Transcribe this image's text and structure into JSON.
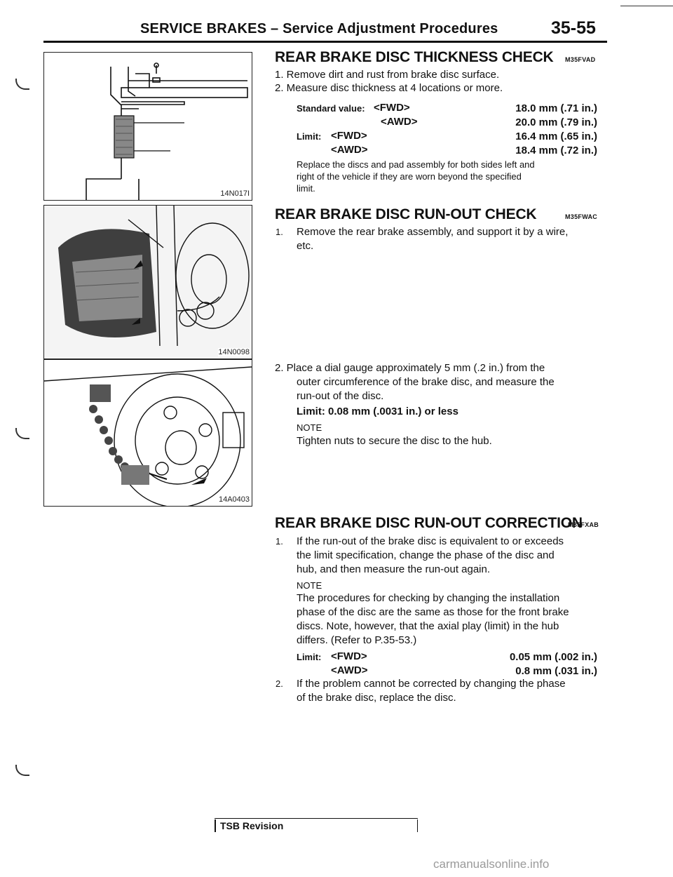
{
  "header": {
    "title": "SERVICE BRAKES – Service Adjustment Procedures",
    "page_number": "35-55"
  },
  "figures": [
    {
      "label": "14N017I"
    },
    {
      "label": "14N0098"
    },
    {
      "label": "14A0403"
    }
  ],
  "sections": {
    "thickness": {
      "title": "REAR BRAKE DISC THICKNESS CHECK",
      "code": "M35FVAD",
      "step1": "1. Remove dirt and rust from brake disc surface.",
      "step2": "2. Measure disc thickness at 4 locations or more.",
      "spec_label_standard": "Standard value:",
      "spec_label_limit": "Limit:",
      "spec_fwd": "<FWD>",
      "spec_awd": "<AWD>",
      "std_fwd": "18.0 mm (.71 in.)",
      "std_awd": "20.0 mm (.79 in.)",
      "lim_fwd": "16.4 mm (.65 in.)",
      "lim_awd": "18.4 mm (.72 in.)",
      "note_line1": "Replace the discs and pad assembly for both sides left and",
      "note_line2": "right of the vehicle if they are worn beyond the specified",
      "note_line3": "limit."
    },
    "runout_check": {
      "title": "REAR BRAKE DISC RUN-OUT CHECK",
      "code": "M35FWAC",
      "step1_num": "1.",
      "step1_line1": "Remove the rear brake assembly, and support it by a wire,",
      "step1_line2": "etc.",
      "step2_line1": "2. Place a dial gauge approximately 5 mm (.2 in.) from the",
      "step2_line2": "outer circumference of the brake disc, and measure the",
      "step2_line3": "run-out of the disc.",
      "limit": "Limit: 0.08 mm (.0031 in.) or less",
      "note_label": "NOTE",
      "note_text": "Tighten nuts to secure the disc to the hub."
    },
    "runout_correction": {
      "title": "REAR BRAKE DISC RUN-OUT CORRECTION",
      "code": "M35FXAB",
      "step1_num": "1.",
      "step1_line1": "If the run-out of the brake disc is equivalent to or exceeds",
      "step1_line2": "the limit specification, change the phase of the disc and",
      "step1_line3": "hub, and then measure the run-out again.",
      "note_label": "NOTE",
      "note_line1": "The procedures for checking by changing the installation",
      "note_line2": "phase of the disc are the same as those for the front brake",
      "note_line3": "discs. Note, however, that the axial play (limit) in the hub",
      "note_line4": "differs. (Refer to P.35-53.)",
      "limit_label": "Limit:",
      "fwd": "<FWD>",
      "awd": "<AWD>",
      "lim_fwd": "0.05 mm (.002 in.)",
      "lim_awd": "0.8 mm (.031 in.)",
      "step2_num": "2.",
      "step2_line1": "If the problem cannot be corrected by changing the phase",
      "step2_line2": "of the brake disc, replace the disc."
    }
  },
  "footer": {
    "tsb": "TSB Revision",
    "watermark": "carmanualsonline.info"
  }
}
